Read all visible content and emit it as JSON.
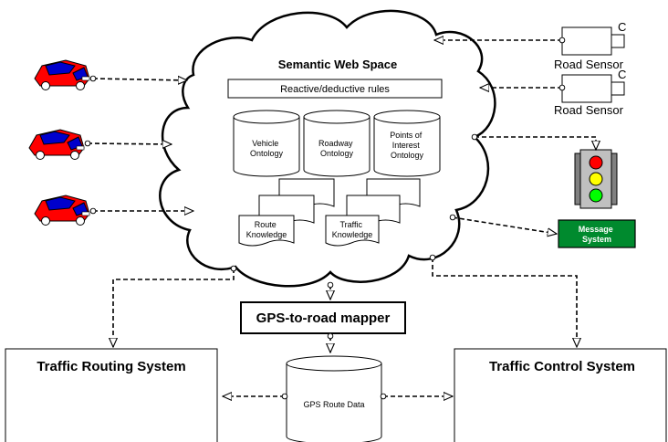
{
  "cloud": {
    "title": "Semantic Web Space",
    "rules_label": "Reactive/deductive rules",
    "ontologies": [
      {
        "lines": [
          "Vehicle",
          "Ontology"
        ]
      },
      {
        "lines": [
          "Roadway",
          "Ontology"
        ]
      },
      {
        "lines": [
          "Points of",
          "Interest",
          "Ontology"
        ]
      }
    ],
    "knowledge": [
      {
        "lines": [
          "Route",
          "Knowledge"
        ]
      },
      {
        "lines": [
          "Traffic",
          "Knowledge"
        ]
      }
    ]
  },
  "sensors": [
    {
      "label": "Road Sensor",
      "tag": "C"
    },
    {
      "label": "Road Sensor",
      "tag": "C"
    }
  ],
  "traffic_light": {
    "colors": {
      "red": "#ff0000",
      "yellow": "#ffff00",
      "green": "#00ff00"
    }
  },
  "message_system": {
    "lines": [
      "Message",
      "System"
    ],
    "color": "#008a2e"
  },
  "mapper": {
    "label": "GPS-to-road mapper"
  },
  "gps_db": {
    "label": "GPS Route Data"
  },
  "routing_system": {
    "label": "Traffic Routing System"
  },
  "control_system": {
    "label": "Traffic Control System"
  },
  "vehicles": {
    "count": 3,
    "body_color": "#ff0000",
    "window_color": "#0000cc"
  }
}
